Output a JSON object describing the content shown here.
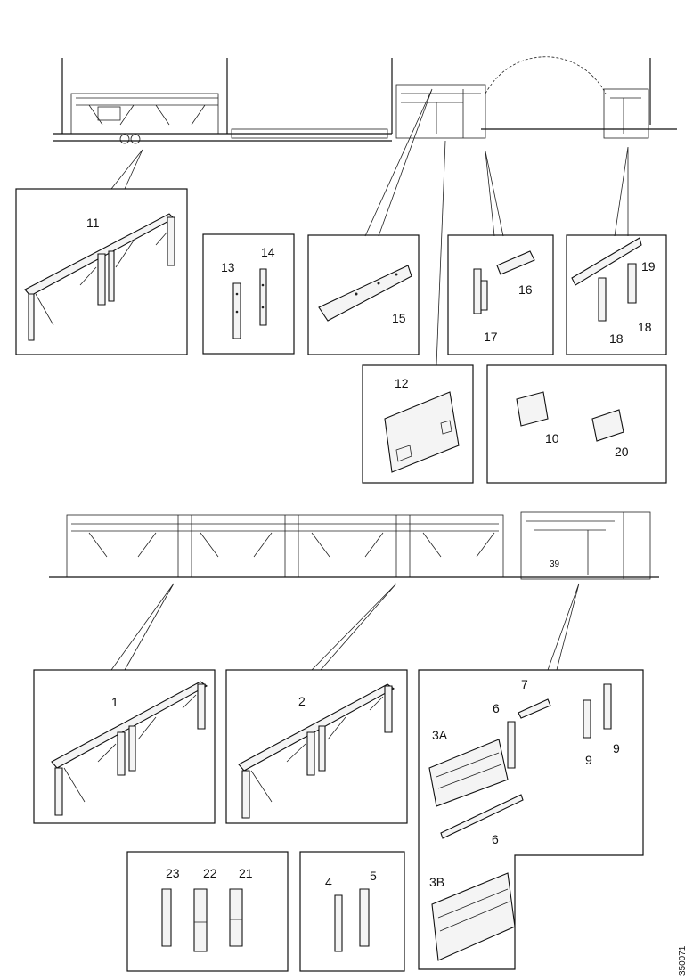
{
  "labels": {
    "l11": "11",
    "l13": "13",
    "l14": "14",
    "l15": "15",
    "l16": "16",
    "l17": "17",
    "l19": "19",
    "l18a": "18",
    "l18b": "18",
    "l12": "12",
    "l10": "10",
    "l20": "20",
    "l1": "1",
    "l2": "2",
    "l7": "7",
    "l6a": "6",
    "l3A": "3A",
    "l9a": "9",
    "l9b": "9",
    "l6b": "6",
    "l3B": "3B",
    "l23": "23",
    "l22": "22",
    "l21": "21",
    "l4": "4",
    "l5": "5",
    "l39": "39"
  },
  "drawing_code": "350071"
}
